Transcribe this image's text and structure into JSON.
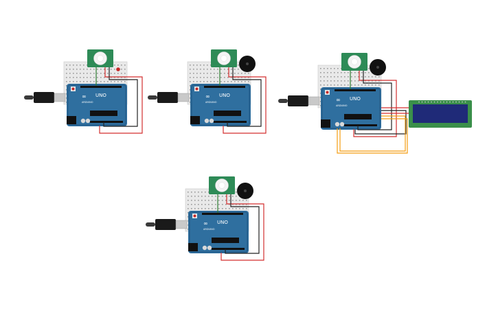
{
  "board": {
    "logo_text": "∞",
    "model_text": "UNO",
    "brand_text": "ARDUINO"
  },
  "circuits": [
    {
      "id": "c1",
      "has_buzzer": false,
      "has_lcd": false,
      "has_led": true
    },
    {
      "id": "c2",
      "has_buzzer": true,
      "has_lcd": false,
      "has_led": false
    },
    {
      "id": "c3",
      "has_buzzer": true,
      "has_lcd": true,
      "has_led": false
    },
    {
      "id": "c4",
      "has_buzzer": true,
      "has_lcd": false,
      "has_led": false
    }
  ],
  "colors": {
    "board": "#2f6f9f",
    "board_dark": "#1f4f78",
    "breadboard": "#e9e9e9",
    "pir_pcb": "#2e8b57",
    "pir_dome": "#f4f4f4",
    "wire_red": "#d32f2f",
    "wire_black": "#222222",
    "wire_green": "#2e7d32",
    "wire_orange": "#f39c12",
    "lcd_pcb": "#3a8f4a",
    "lcd_screen": "#1f2a78",
    "usb": "#3a3a3a",
    "led": "#c62828"
  }
}
